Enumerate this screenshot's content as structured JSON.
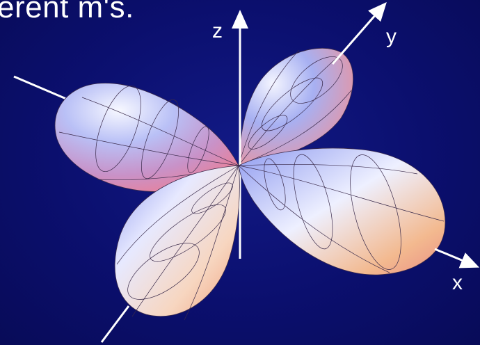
{
  "title_fragment": "erent m's.",
  "axes": {
    "z": "z",
    "y": "y",
    "x": "x"
  },
  "colors": {
    "background": "#0b0f6e",
    "lobe_highlight": "#f4f6ff",
    "lobe_mid": "#aeb6f4",
    "lobe_shadow": "#e57a9a",
    "lobe_warm": "#f6c39a",
    "axis": "#ffffff",
    "mesh": "#3a2a4a"
  }
}
